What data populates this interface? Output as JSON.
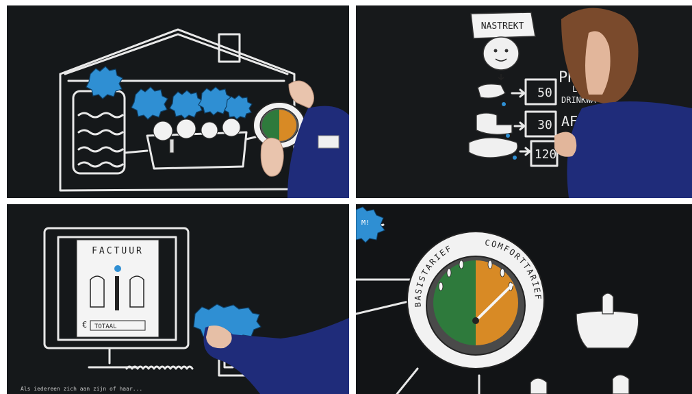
{
  "panel1": {
    "gauge_left_color": "#2e7a3c",
    "gauge_right_color": "#d88a25",
    "bubble_color": "#2f8fd3"
  },
  "panel2": {
    "header": "NASTREKT",
    "values": [
      "50",
      "30",
      "120"
    ],
    "lines": [
      "PROD",
      "LEVERIN",
      "DRINKWA",
      "AFVOER"
    ]
  },
  "panel3": {
    "invoice_title": "FACTUUR",
    "currency": "€",
    "amount_label": "TOTAAL",
    "caption": "Als iedereen zich aan zijn of haar..."
  },
  "panel4": {
    "label_left": "BASISTARIEF",
    "label_right": "COMFORTTARIEF",
    "gauge_left_color": "#2e7a3c",
    "gauge_right_color": "#d88a25",
    "bubble_text": "M!"
  }
}
